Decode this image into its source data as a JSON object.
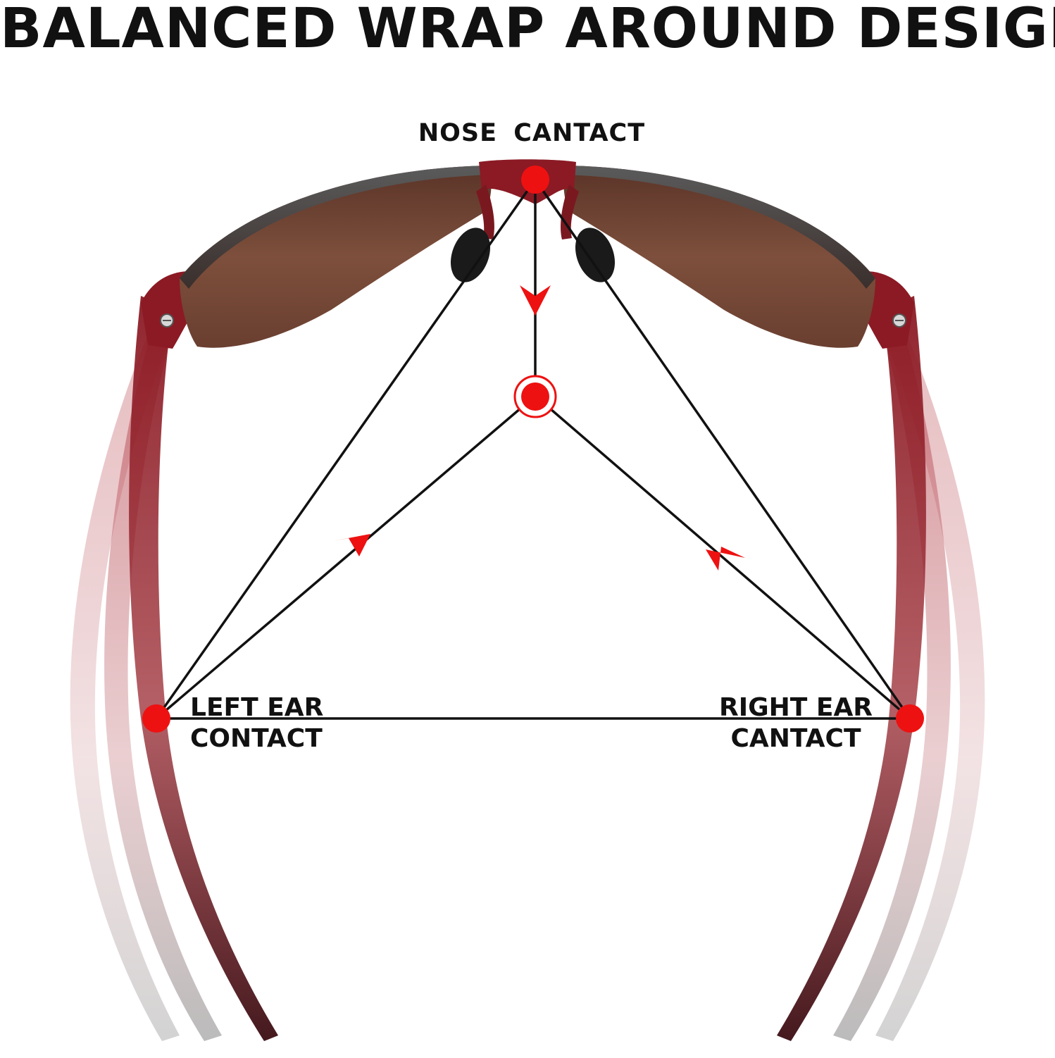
{
  "headline": "BALANCED WRAP AROUND DESIGN",
  "labels": {
    "nose": "NOSE  CANTACT",
    "left_ear_line1": "LEFT EAR",
    "left_ear_line2": "CONTACT",
    "right_ear_line1": "RIGHT EAR",
    "right_ear_line2": "CANTACT"
  },
  "colors": {
    "contact_point": "#ee1111",
    "line": "#111111",
    "frame": "#8b1a24",
    "lens": "#6b3f2c",
    "nose_pad": "#1a1a1a"
  }
}
